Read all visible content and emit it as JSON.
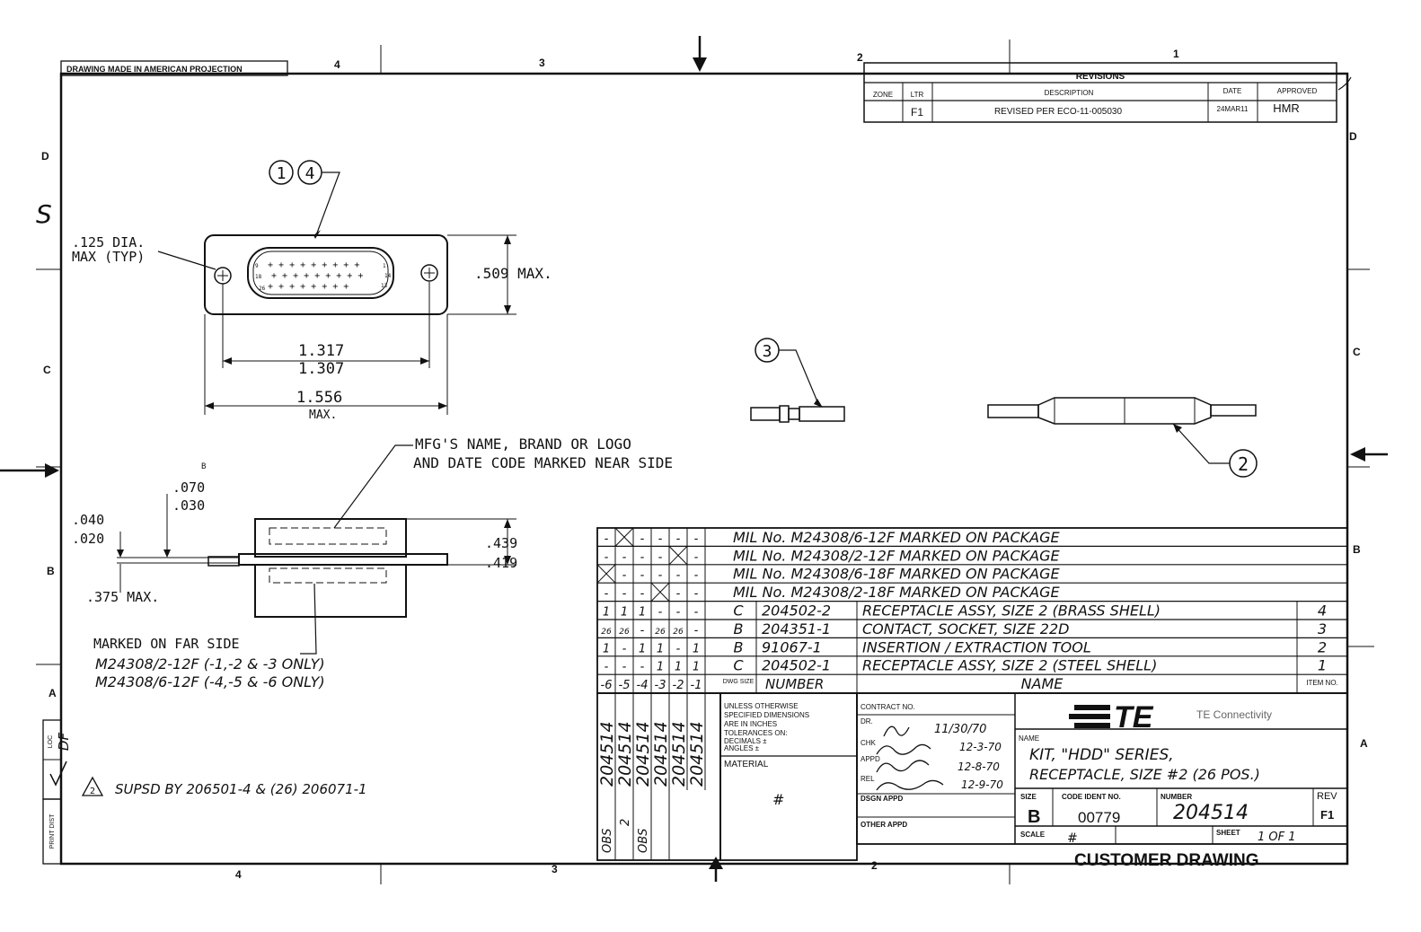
{
  "projection_note": "DRAWING MADE IN AMERICAN PROJECTION",
  "zones_top": [
    "4",
    "3",
    "2",
    "1"
  ],
  "zones_bottom": [
    "4",
    "3",
    "2"
  ],
  "zones_left": [
    "D",
    "C",
    "B",
    "A"
  ],
  "zones_right": [
    "D",
    "C",
    "B",
    "A"
  ],
  "revisions": {
    "title": "REVISIONS",
    "headers": {
      "zone": "ZONE",
      "ltr": "LTR",
      "description": "DESCRIPTION",
      "date": "DATE",
      "approved": "APPROVED"
    },
    "row": {
      "ltr": "F1",
      "description": "REVISED PER ECO-11-005030",
      "date": "24MAR11",
      "approved": "HMR"
    }
  },
  "balloons": {
    "b1": "1",
    "b4": "4",
    "b3": "3",
    "b2": "2"
  },
  "dims": {
    "hole_dia": ".125 DIA.",
    "hole_max": "MAX (TYP)",
    "height_max": ".509 MAX.",
    "mount_upper": "1.317",
    "mount_lower": "1.307",
    "overall": "1.556",
    "overall_max": "MAX.",
    "flange_upper": ".040",
    "flange_lower": ".020",
    "gap_upper": ".070",
    "gap_lower": ".030",
    "depth_upper": ".439",
    "depth_lower": ".419",
    "tail_max": ".375 MAX."
  },
  "pin_labels": {
    "p1": "1",
    "p13": "13",
    "p14": "14",
    "p26": "26"
  },
  "notes": {
    "mfg_line1": "MFG'S NAME, BRAND OR LOGO",
    "mfg_line2": "AND DATE CODE MARKED NEAR SIDE",
    "far_side": "MARKED ON FAR SIDE",
    "far_side_1": "M24308/2-12F (-1,-2 & -3 ONLY)",
    "far_side_2": "M24308/6-12F (-4,-5 & -6 ONLY)",
    "supsd": "SUPSD BY 206501-4 & (26) 206071-1",
    "note_flag": "2",
    "rev_mark": "B"
  },
  "bom": {
    "rows": [
      {
        "c": [
          "-",
          "X",
          "-",
          "-",
          "-",
          "-"
        ],
        "size": "",
        "number": "",
        "name": "MIL No.   M24308/6-12F  MARKED ON PACKAGE",
        "item": ""
      },
      {
        "c": [
          "-",
          "-",
          "-",
          "-",
          "X",
          "-"
        ],
        "size": "",
        "number": "",
        "name": "MIL No.   M24308/2-12F  MARKED ON PACKAGE",
        "item": ""
      },
      {
        "c": [
          "X",
          "-",
          "-",
          "-",
          "-",
          "-"
        ],
        "size": "",
        "number": "",
        "name": "MIL No.   M24308/6-18F  MARKED ON PACKAGE",
        "item": ""
      },
      {
        "c": [
          "-",
          "-",
          "-",
          "X",
          "-",
          "-"
        ],
        "size": "",
        "number": "",
        "name": "MIL No.   M24308/2-18F  MARKED ON PACKAGE",
        "item": ""
      },
      {
        "c": [
          "1",
          "1",
          "1",
          "-",
          "-",
          "-"
        ],
        "size": "C",
        "number": "204502-2",
        "name": "RECEPTACLE ASSY, SIZE 2 (BRASS SHELL)",
        "item": "4"
      },
      {
        "c": [
          "26",
          "26",
          "-",
          "26",
          "26",
          "-"
        ],
        "size": "B",
        "number": "204351-1",
        "name": "CONTACT, SOCKET, SIZE 22D",
        "item": "3"
      },
      {
        "c": [
          "1",
          "-",
          "1",
          "1",
          "-",
          "1"
        ],
        "size": "B",
        "number": "91067-1",
        "name": "INSERTION / EXTRACTION TOOL",
        "item": "2"
      },
      {
        "c": [
          "-",
          "-",
          "-",
          "1",
          "1",
          "1"
        ],
        "size": "C",
        "number": "204502-1",
        "name": "RECEPTACLE ASSY, SIZE 2 (STEEL SHELL)",
        "item": "1"
      }
    ],
    "header": {
      "cols": [
        "-6",
        "-5",
        "-4",
        "-3",
        "-2",
        "-1"
      ],
      "size": "DWG SIZE",
      "number": "NUMBER",
      "name": "NAME",
      "item": "ITEM NO."
    }
  },
  "vertical_numbers": [
    "204514",
    "204514",
    "204514",
    "204514",
    "204514",
    "204514"
  ],
  "obs_labels": [
    "OBS",
    "2",
    "OBS"
  ],
  "title_block": {
    "tolerance_lines": [
      "UNLESS OTHERWISE",
      "SPECIFIED DIMENSIONS",
      "ARE IN INCHES",
      "TOLERANCES ON:",
      "DECIMALS  ±",
      "ANGLES    ±"
    ],
    "material_label": "MATERIAL",
    "material_value": "#",
    "contract": "CONTRACT NO.",
    "dr_label": "DR.",
    "dr_date": "11/30/70",
    "chk_label": "CHK",
    "chk_date": "12-3-70",
    "appd_label": "APPD",
    "appd_date": "12-8-70",
    "rel_label": "REL",
    "rel_date": "12-9-70",
    "dsgn_label": "DSGN APPD",
    "other_label": "OTHER APPD",
    "logo": "TE",
    "company": "TE Connectivity",
    "name_label": "NAME",
    "name_line1": "KIT, \"HDD\" SERIES,",
    "name_line2": "RECEPTACLE, SIZE #2 (26 POS.)",
    "size_label": "SIZE",
    "size": "B",
    "code_label": "CODE IDENT NO.",
    "code": "00779",
    "number_label": "NUMBER",
    "number": "204514",
    "rev_label": "REV",
    "rev": "F1",
    "scale_label": "SCALE",
    "scale": "#",
    "sheet_label": "SHEET",
    "sheet": "1 OF 1"
  },
  "side_labels": {
    "loc_label": "LOC",
    "loc": "DF",
    "print_dist": "PRINT DIST"
  },
  "footer": "CUSTOMER DRAWING",
  "margin_mark": "S"
}
